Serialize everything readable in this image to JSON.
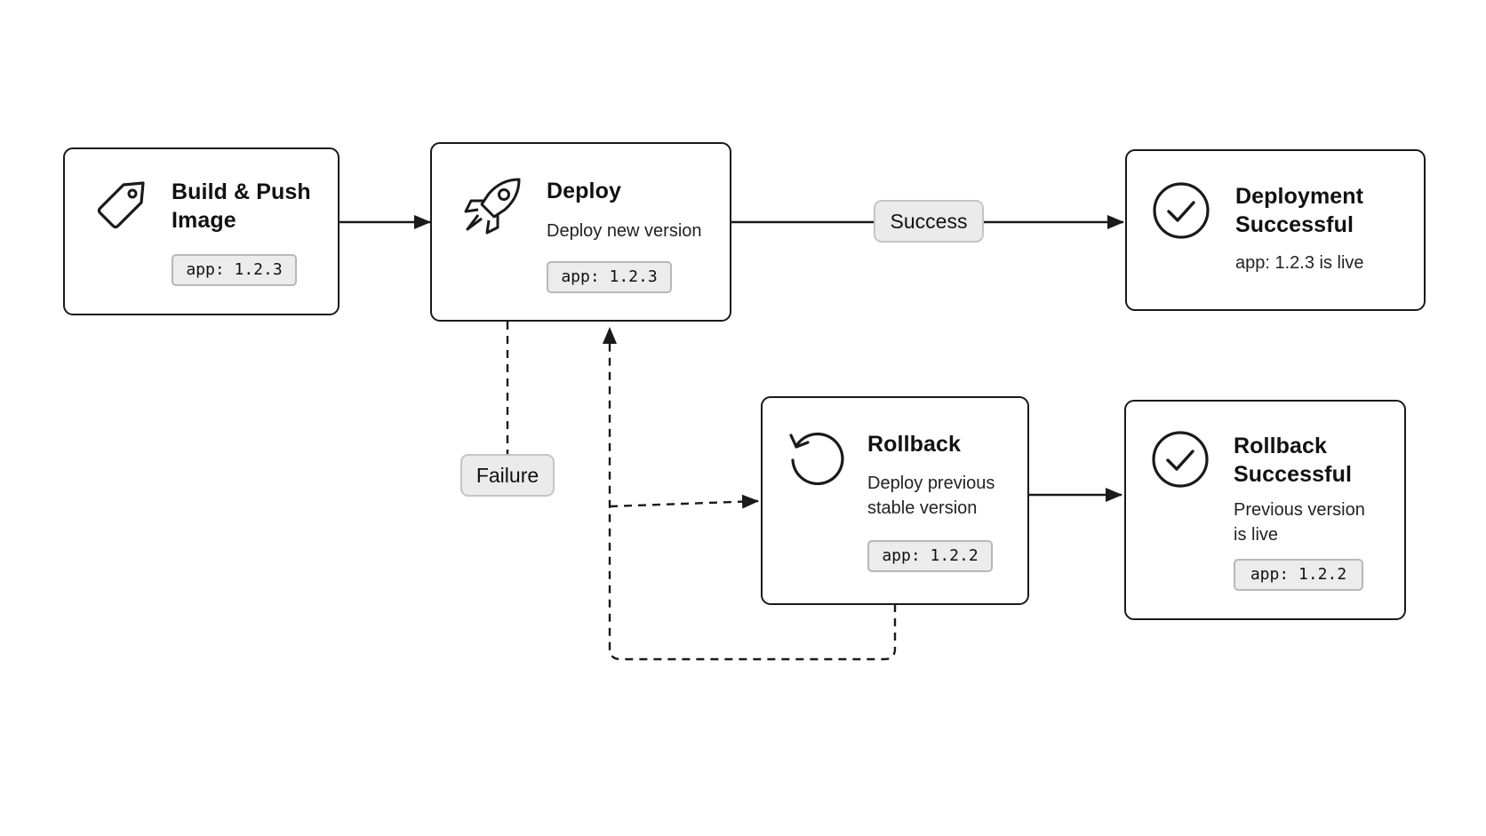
{
  "nodes": {
    "build": {
      "title_line1": "Build & Push",
      "title_line2": "Image",
      "tag": "app: 1.2.3",
      "icon": "tag-icon"
    },
    "deploy": {
      "title": "Deploy",
      "description": "Deploy new version",
      "tag": "app: 1.2.3",
      "icon": "rocket-icon"
    },
    "deployment_successful": {
      "title_line1": "Deployment",
      "title_line2": "Successful",
      "description": "app: 1.2.3 is live",
      "icon": "check-circle-icon"
    },
    "rollback": {
      "title": "Rollback",
      "description_line1": "Deploy previous",
      "description_line2": "stable version",
      "tag": "app: 1.2.2",
      "icon": "rotate-ccw-icon"
    },
    "rollback_successful": {
      "title_line1": "Rollback",
      "title_line2": "Successful",
      "description_line1": "Previous version",
      "description_line2": "is live",
      "tag": "app: 1.2.2",
      "icon": "check-circle-icon"
    }
  },
  "edges": {
    "success_label": "Success",
    "failure_label": "Failure"
  },
  "colors": {
    "stroke": "#1a1a1a",
    "tag_fill": "#ececec",
    "tag_border": "#b8b8b8",
    "label_fill": "#ebebeb",
    "label_border": "#c4c4c4"
  }
}
